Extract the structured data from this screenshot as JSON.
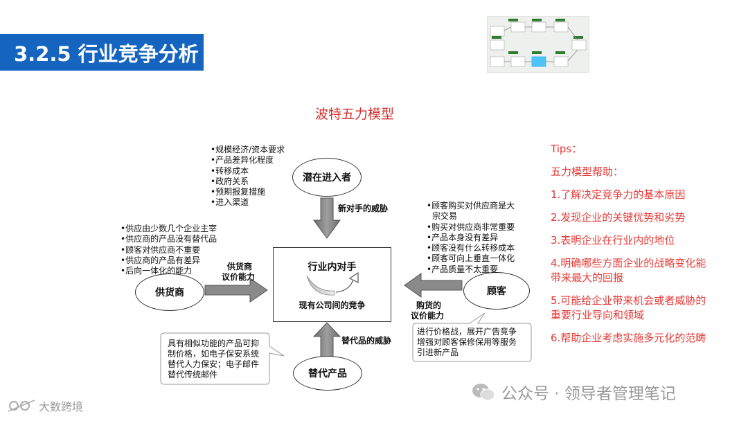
{
  "header": {
    "title": "3.2.5 行业竞争分析"
  },
  "diagram": {
    "title": "波特五力模型",
    "entrants": {
      "label": "潜在进入者",
      "bullets": [
        "•规模经济/资本要求",
        "•产品差异化程度",
        "•转移成本",
        "•政府关系",
        "•预期报复措施",
        "•进入渠道"
      ],
      "arrow_label": "新对手的威胁"
    },
    "suppliers": {
      "label": "供货商",
      "bullets": [
        "•供应由少数几个企业主宰",
        "•供应商的产品没有替代品",
        "•顾客对供应商不重要",
        "•供应商的产品有差异",
        "•后向一体化的能力"
      ],
      "arrow_label_1": "供货商",
      "arrow_label_2": "议价能力"
    },
    "buyers": {
      "label": "顾客",
      "bullets": [
        "•顾客购买对供应商是大",
        "宗交易",
        "•购买对供应商非常重要",
        "•产品本身没有差异",
        "•顾客没有什么转移成本",
        "•顾客可向上垂直一体化",
        "•产品质量不太重要"
      ],
      "arrow_label_1": "购货的",
      "arrow_label_2": "议价能力",
      "callout": [
        "进行价格战，展开广告竞争",
        "增强对顾客保修保用等服务",
        "引进新产品"
      ]
    },
    "substitutes": {
      "label": "替代产品",
      "arrow_label": "替代品的威胁",
      "callout": [
        "具有相似功能的产品可抑",
        "制价格，如电子保安系统",
        "替代人力保安；电子邮件",
        "替代传统邮件"
      ]
    },
    "center": {
      "title": "行业内对手",
      "subtitle": "现有公司间的竞争"
    }
  },
  "tips": {
    "heading": "Tips：",
    "intro": "五力模型帮助：",
    "items": [
      "1.了解决定竞争力的基本原因",
      "2.发现企业的关键优势和劣势",
      "3.表明企业在行业内的地位",
      "4.明确哪些方面企业的战略变化能带来最大的回报",
      "5.可能给企业带来机会或者威胁的重要行业导向和领域",
      "6.帮助企业考虑实施多元化的范畴"
    ]
  },
  "watermarks": {
    "left": "大数跨境",
    "right": "公众号 · 领导者管理笔记"
  },
  "colors": {
    "title_bar": "#1565c0",
    "tips": "#e53935",
    "diagram_title": "#d32f2f"
  }
}
